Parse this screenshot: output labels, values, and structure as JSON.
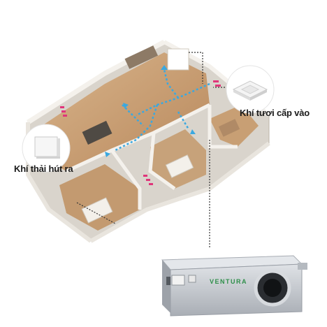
{
  "callouts": {
    "fresh_air_supply": "Khí tươi cấp vào",
    "exhaust_air": "Khí thải hút ra"
  },
  "unit": {
    "brand": "VENTURA"
  },
  "colors": {
    "fresh_air_arrow": "#3aa8e0",
    "exhaust_air_arrow": "#e0357a",
    "floor_wood": "#c9a27a",
    "wall": "#f2efea",
    "unit_body": "#c8ccd2",
    "brand_green": "#2f8f4a"
  },
  "icons": {
    "ceiling_diffuser": "square-ceiling-vent-icon",
    "wall_grille": "square-wall-grille-icon",
    "ventilation_unit": "ducted-ventilation-unit-icon"
  }
}
